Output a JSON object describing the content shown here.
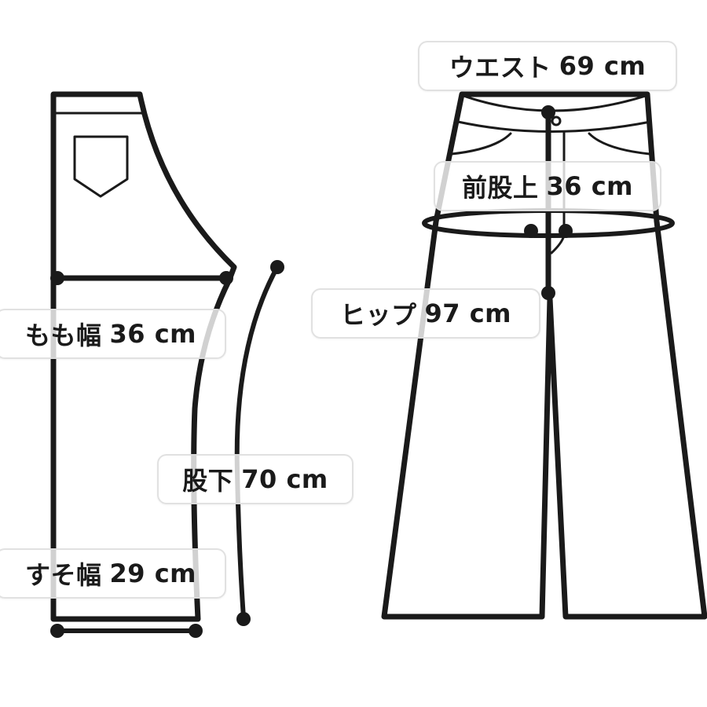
{
  "diagram": {
    "type": "garment-measurement",
    "stroke_color": "#1a1a1a",
    "background": "#ffffff",
    "unit": "cm",
    "measurements": {
      "waist": {
        "name": "ウエスト",
        "value": "69 cm"
      },
      "front_rise": {
        "name": "前股上",
        "value": "36 cm"
      },
      "hip": {
        "name": "ヒップ",
        "value": "97 cm"
      },
      "thigh": {
        "name": "もも幅",
        "value": "36 cm"
      },
      "inseam": {
        "name": "股下",
        "value": "70 cm"
      },
      "hem": {
        "name": "すそ幅",
        "value": "29 cm"
      }
    },
    "figures": [
      {
        "id": "side-view",
        "description": "single pant leg with back pocket"
      },
      {
        "id": "front-view",
        "description": "wide-leg pants front"
      }
    ]
  }
}
